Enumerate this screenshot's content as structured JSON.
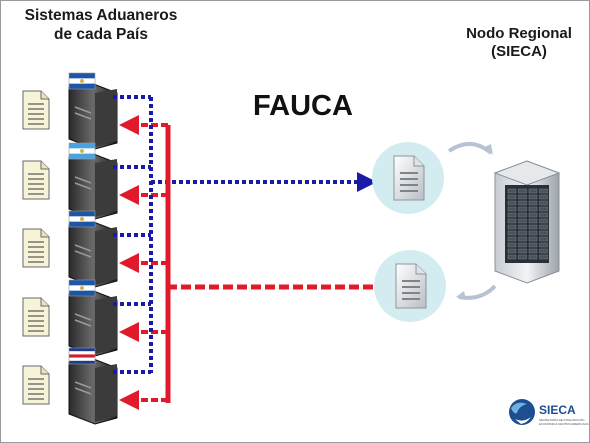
{
  "left_title": {
    "line1": "Sistemas Aduaneros",
    "line2": "de cada País"
  },
  "right_title": {
    "line1": "Nodo Regional",
    "line2": "(SIECA)"
  },
  "main_title": "FAUCA",
  "logo": {
    "text": "SIECA",
    "subtext_line1": "SECRETARÍA DE INTEGRACIÓN",
    "subtext_line2": "ECONÓMICA CENTROAMERICANA"
  },
  "colors": {
    "outbound_flow": "#1a1aa8",
    "inbound_flow": "#e0192b",
    "doc_circle": "#d2ecf0",
    "server_panel": "#2a3038"
  },
  "countries": [
    {
      "name": "El Salvador",
      "flag": [
        "#1d56a6",
        "#ffffff",
        "#1d56a6"
      ]
    },
    {
      "name": "Guatemala",
      "flag": [
        "#4aa3df",
        "#ffffff",
        "#4aa3df"
      ]
    },
    {
      "name": "Honduras",
      "flag": [
        "#1d56a6",
        "#ffffff",
        "#1d56a6"
      ]
    },
    {
      "name": "Nicaragua",
      "flag": [
        "#1d56a6",
        "#ffffff",
        "#1d56a6"
      ]
    },
    {
      "name": "Costa Rica",
      "flag": [
        "#1d3c8f",
        "#ffffff",
        "#d21f2c",
        "#ffffff",
        "#1d3c8f"
      ]
    }
  ]
}
